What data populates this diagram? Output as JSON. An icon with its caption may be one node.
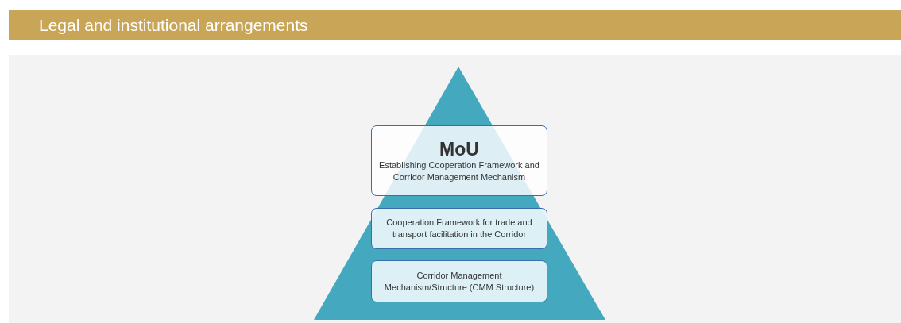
{
  "diagram": {
    "title": "Legal and institutional arrangements",
    "nodes": [
      {
        "text": [
          "MoU",
          "Establishing Cooperation Framework and Corridor Management Mechanism"
        ]
      },
      {
        "text": [
          "Cooperation Framework for trade and transport facilitation in the Corridor"
        ]
      },
      {
        "text": [
          "Corridor Management Mechanism/Structure (CMM Structure)"
        ]
      }
    ]
  }
}
